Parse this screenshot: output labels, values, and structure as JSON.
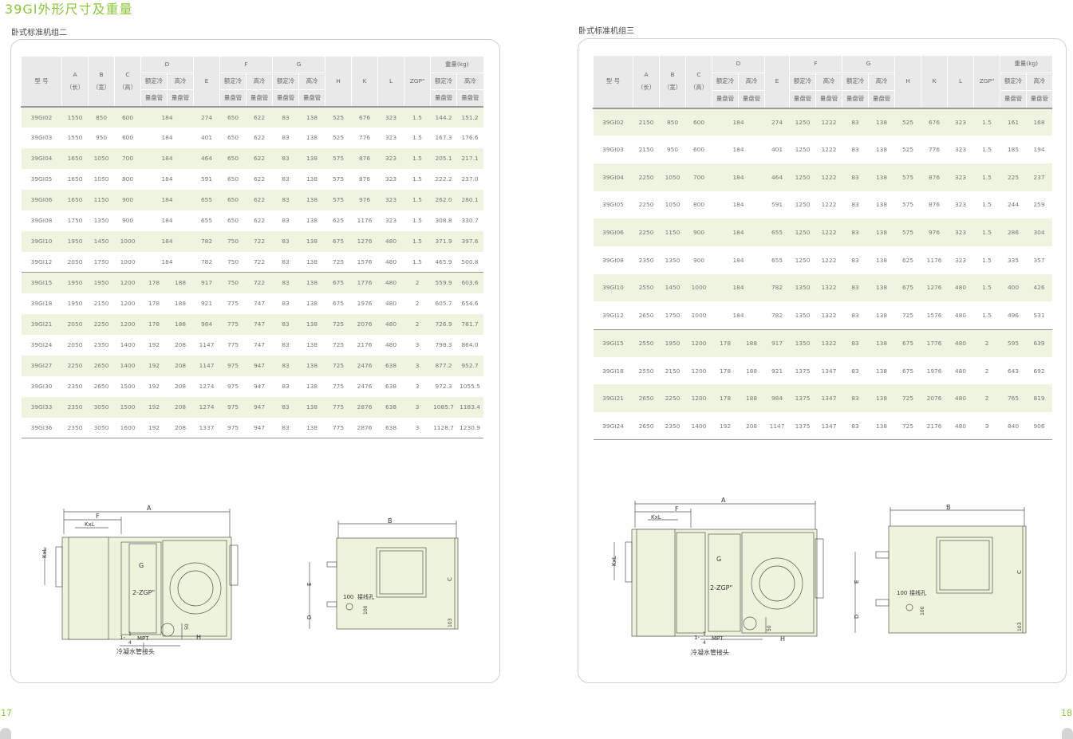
{
  "page_title": "39GI外形尺寸及重量",
  "headers": {
    "model": "型  号",
    "A": "A",
    "A_sub": "（长）",
    "B": "B",
    "B_sub": "（宽）",
    "C": "C",
    "C_sub": "（高）",
    "D": "D",
    "E": "E",
    "F": "F",
    "G": "G",
    "H": "H",
    "K": "K",
    "L": "L",
    "ZGP": "ZGP\"",
    "weight": "重量(kg)",
    "rated_cool": "额定冷",
    "high_cool": "高冷",
    "coil_pipe": "量盘管"
  },
  "left": {
    "section_title": "卧式标准机组二",
    "rows": [
      [
        "39GI02",
        "1550",
        "850",
        "600",
        "184",
        "",
        "274",
        "650",
        "622",
        "83",
        "138",
        "525",
        "676",
        "323",
        "1.5",
        "144.2",
        "151.2"
      ],
      [
        "39GI03",
        "1550",
        "950",
        "600",
        "184",
        "",
        "401",
        "650",
        "622",
        "83",
        "138",
        "525",
        "776",
        "323",
        "1.5",
        "167.3",
        "176.6"
      ],
      [
        "39GI04",
        "1650",
        "1050",
        "700",
        "184",
        "",
        "464",
        "650",
        "622",
        "83",
        "138",
        "575",
        "876",
        "323",
        "1.5",
        "205.1",
        "217.1"
      ],
      [
        "39GI05",
        "1650",
        "1050",
        "800",
        "184",
        "",
        "591",
        "650",
        "622",
        "83",
        "138",
        "575",
        "876",
        "323",
        "1.5",
        "222.2",
        "237.0"
      ],
      [
        "39GI06",
        "1650",
        "1150",
        "900",
        "184",
        "",
        "655",
        "650",
        "622",
        "83",
        "138",
        "575",
        "976",
        "323",
        "1.5",
        "262.0",
        "280.1"
      ],
      [
        "39GI08",
        "1750",
        "1350",
        "900",
        "184",
        "",
        "655",
        "650",
        "622",
        "83",
        "138",
        "625",
        "1176",
        "323",
        "1.5",
        "308.8",
        "330.7"
      ],
      [
        "39GI10",
        "1950",
        "1450",
        "1000",
        "184",
        "",
        "782",
        "750",
        "722",
        "83",
        "138",
        "675",
        "1276",
        "480",
        "1.5",
        "371.9",
        "397.6"
      ],
      [
        "39GI12",
        "2050",
        "1750",
        "1000",
        "184",
        "",
        "782",
        "750",
        "722",
        "83",
        "138",
        "725",
        "1576",
        "480",
        "1.5",
        "465.9",
        "500.8"
      ],
      [
        "39GI15",
        "1950",
        "1950",
        "1200",
        "178",
        "188",
        "917",
        "750",
        "722",
        "83",
        "138",
        "675",
        "1776",
        "480",
        "2",
        "559.9",
        "603.6"
      ],
      [
        "39GI18",
        "1950",
        "2150",
        "1200",
        "178",
        "188",
        "921",
        "775",
        "747",
        "83",
        "138",
        "675",
        "1976",
        "480",
        "2",
        "605.7",
        "654.6"
      ],
      [
        "39GI21",
        "2050",
        "2250",
        "1200",
        "178",
        "188",
        "984",
        "775",
        "747",
        "83",
        "138",
        "725",
        "2076",
        "480",
        "2",
        "726.9",
        "781.7"
      ],
      [
        "39GI24",
        "2050",
        "2350",
        "1400",
        "192",
        "208",
        "1147",
        "775",
        "747",
        "83",
        "138",
        "725",
        "2176",
        "480",
        "3",
        "798.3",
        "864.0"
      ],
      [
        "39GI27",
        "2250",
        "2650",
        "1400",
        "192",
        "208",
        "1147",
        "975",
        "947",
        "83",
        "138",
        "725",
        "2476",
        "638",
        "3",
        "877.2",
        "952.7"
      ],
      [
        "39GI30",
        "2350",
        "2650",
        "1500",
        "192",
        "208",
        "1274",
        "975",
        "947",
        "83",
        "138",
        "775",
        "2476",
        "638",
        "3",
        "972.3",
        "1055.5"
      ],
      [
        "39GI33",
        "2350",
        "3050",
        "1500",
        "192",
        "208",
        "1274",
        "975",
        "947",
        "83",
        "138",
        "775",
        "2876",
        "638",
        "3",
        "1085.7",
        "1183.4"
      ],
      [
        "39GI36",
        "2350",
        "3050",
        "1600",
        "192",
        "208",
        "1337",
        "975",
        "947",
        "83",
        "138",
        "775",
        "2876",
        "638",
        "3",
        "1128.7",
        "1230.9"
      ]
    ]
  },
  "right": {
    "section_title": "卧式标准机组三",
    "rows": [
      [
        "39GI02",
        "2150",
        "850",
        "600",
        "184",
        "",
        "274",
        "1250",
        "1222",
        "83",
        "138",
        "525",
        "676",
        "323",
        "1.5",
        "161",
        "168"
      ],
      [
        "39GI03",
        "2150",
        "950",
        "600",
        "184",
        "",
        "401",
        "1250",
        "1222",
        "83",
        "138",
        "525",
        "776",
        "323",
        "1.5",
        "185",
        "194"
      ],
      [
        "39GI04",
        "2250",
        "1050",
        "700",
        "184",
        "",
        "464",
        "1250",
        "1222",
        "83",
        "138",
        "575",
        "876",
        "323",
        "1.5",
        "225",
        "237"
      ],
      [
        "39GI05",
        "2250",
        "1050",
        "800",
        "184",
        "",
        "591",
        "1250",
        "1222",
        "83",
        "138",
        "575",
        "876",
        "323",
        "1.5",
        "244",
        "259"
      ],
      [
        "39GI06",
        "2250",
        "1150",
        "900",
        "184",
        "",
        "655",
        "1250",
        "1222",
        "83",
        "138",
        "575",
        "976",
        "323",
        "1.5",
        "286",
        "304"
      ],
      [
        "39GI08",
        "2350",
        "1350",
        "900",
        "184",
        "",
        "655",
        "1250",
        "1222",
        "83",
        "138",
        "625",
        "1176",
        "323",
        "1.5",
        "335",
        "357"
      ],
      [
        "39GI10",
        "2550",
        "1450",
        "1000",
        "184",
        "",
        "782",
        "1350",
        "1322",
        "83",
        "138",
        "675",
        "1276",
        "480",
        "1.5",
        "400",
        "426"
      ],
      [
        "39GI12",
        "2650",
        "1750",
        "1000",
        "184",
        "",
        "782",
        "1350",
        "1322",
        "83",
        "138",
        "725",
        "1576",
        "480",
        "1.5",
        "496",
        "531"
      ],
      [
        "39GI15",
        "2550",
        "1950",
        "1200",
        "178",
        "188",
        "917",
        "1350",
        "1322",
        "83",
        "138",
        "675",
        "1776",
        "480",
        "2",
        "595",
        "639"
      ],
      [
        "39GI18",
        "2550",
        "2150",
        "1200",
        "178",
        "188",
        "921",
        "1375",
        "1347",
        "83",
        "138",
        "675",
        "1976",
        "480",
        "2",
        "643",
        "692"
      ],
      [
        "39GI21",
        "2650",
        "2250",
        "1200",
        "178",
        "188",
        "984",
        "1375",
        "1347",
        "83",
        "138",
        "725",
        "2076",
        "480",
        "2",
        "765",
        "819"
      ],
      [
        "39GI24",
        "2650",
        "2350",
        "1400",
        "192",
        "208",
        "1147",
        "1375",
        "1347",
        "83",
        "138",
        "725",
        "2176",
        "480",
        "3",
        "840",
        "906"
      ]
    ]
  },
  "drawing_labels": {
    "A": "A",
    "B": "B",
    "C": "C",
    "D": "D",
    "E": "E",
    "F": "F",
    "G": "G",
    "H": "H",
    "KxL": "KxL",
    "zgp": "2-ZGP\"",
    "hole": "接线孔",
    "hundred": "100",
    "fifty": "50",
    "hundred_three": "103",
    "mpt_prefix": "1-",
    "mpt_num": "1",
    "mpt_den": "4",
    "mpt": "MPT",
    "drain": "冷凝水管接头"
  },
  "page_numbers": {
    "left": "17",
    "right": "18"
  },
  "colors": {
    "accent": "#8cc63f",
    "row_fill": "#eef4df",
    "unit_fill": "#eef3dc"
  }
}
